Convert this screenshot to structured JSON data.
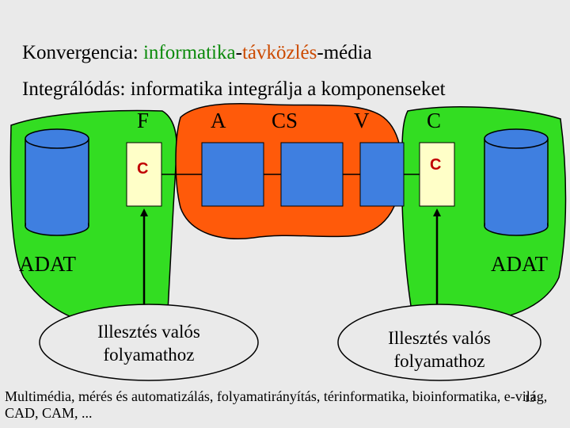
{
  "heading": {
    "prefix": "Konvergencia: ",
    "term1": "informatika",
    "sep1": "-",
    "term2": "távközlés",
    "sep2": "-",
    "term3": "média"
  },
  "subheading": "Integrálódás: informatika integrálja a komponenseket",
  "columns": [
    "F",
    "A",
    "CS",
    "V",
    "C"
  ],
  "connector_left": "C",
  "connector_right": "C",
  "adat_left": "ADAT",
  "adat_right": "ADAT",
  "oval_left": {
    "line1": "Illesztés valós",
    "line2": "folyamathoz"
  },
  "oval_right": {
    "line1": "Illesztés valós",
    "line2": "folyamathoz"
  },
  "footer": "Multimédia, mérés és automatizálás, folyamatirányítás, térinformatika, bioinformatika, e-világ, CAD, CAM, ...",
  "page_number": "13",
  "colors": {
    "background": "#eaeaea",
    "green": "#33dd22",
    "orange": "#ff5a0a",
    "blue": "#3f7fe0",
    "yellow": "#ffffc8",
    "term_green": "#0b8a0b",
    "term_orange": "#cc4a00",
    "c_red": "#c00000"
  }
}
